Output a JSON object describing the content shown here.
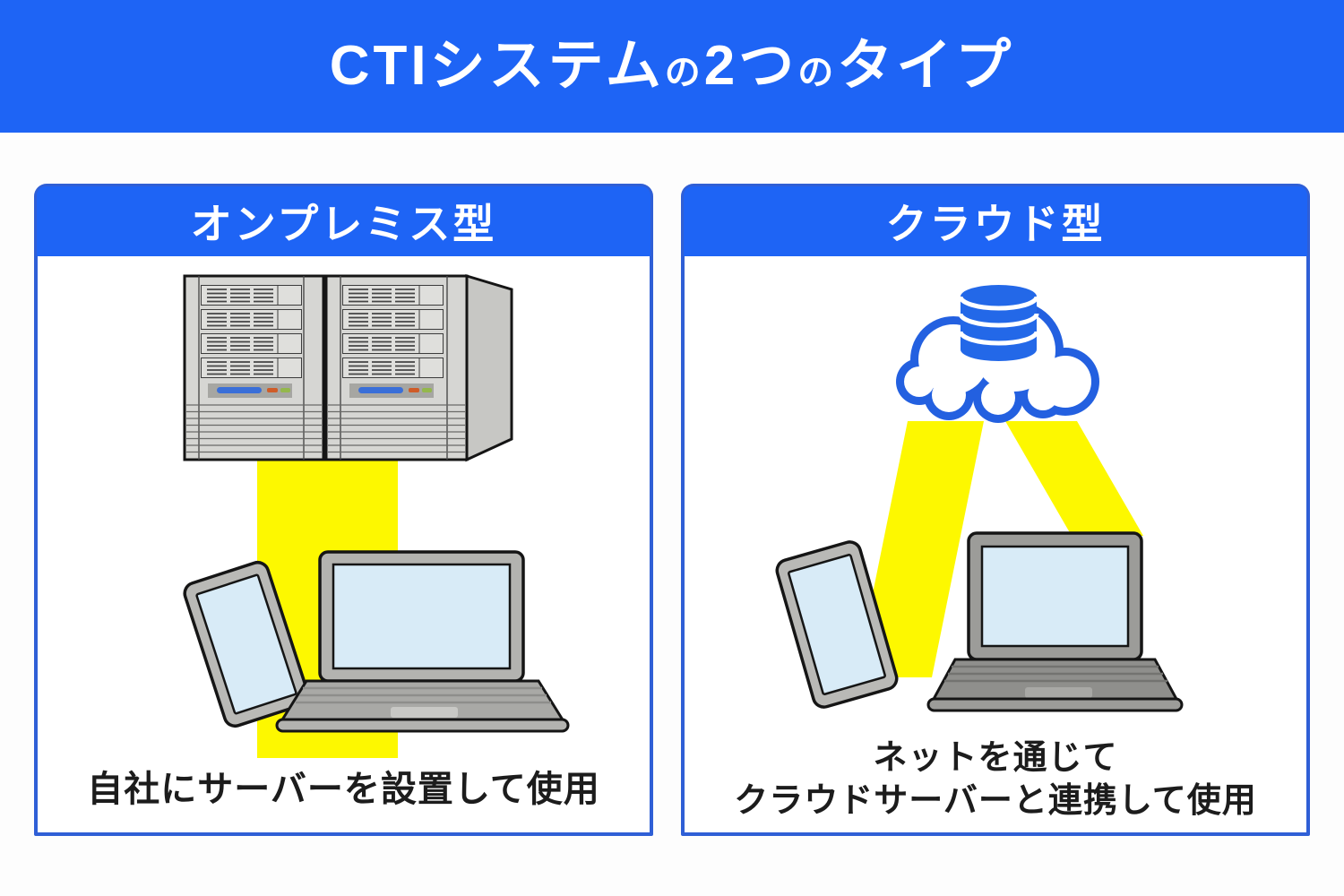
{
  "header": {
    "title_full": "CTIシステムの2つのタイプ",
    "title_parts": [
      {
        "text": "CTIシステム",
        "size": "large"
      },
      {
        "text": "の",
        "size": "small"
      },
      {
        "text": "2つ",
        "size": "large"
      },
      {
        "text": "の",
        "size": "small"
      },
      {
        "text": "タイプ",
        "size": "large"
      }
    ]
  },
  "panels": {
    "onpremise": {
      "title": "オンプレミス型",
      "caption": "自社にサーバーを設置して使用",
      "icons": [
        "server-rack-icon",
        "connection-beam",
        "tablet-icon",
        "laptop-icon"
      ]
    },
    "cloud": {
      "title": "クラウド型",
      "caption_line1": "ネットを通じて",
      "caption_line2": "クラウドサーバーと連携して使用",
      "icons": [
        "cloud-database-icon",
        "connection-beam-left",
        "connection-beam-right",
        "tablet-icon",
        "laptop-icon"
      ]
    }
  },
  "colors": {
    "primary_blue": "#1e64f5",
    "card_border": "#2f5fd6",
    "beam_yellow": "#fdf800",
    "cloud_outline_blue": "#2360e0",
    "database_blue": "#2368e8",
    "device_screen_blue": "#d8ebf7",
    "device_gray": "#b9b9b6",
    "device_gray_dark": "#9c9c99",
    "server_gray": "#d6d6d3",
    "text_dark": "#1c1c1c"
  }
}
